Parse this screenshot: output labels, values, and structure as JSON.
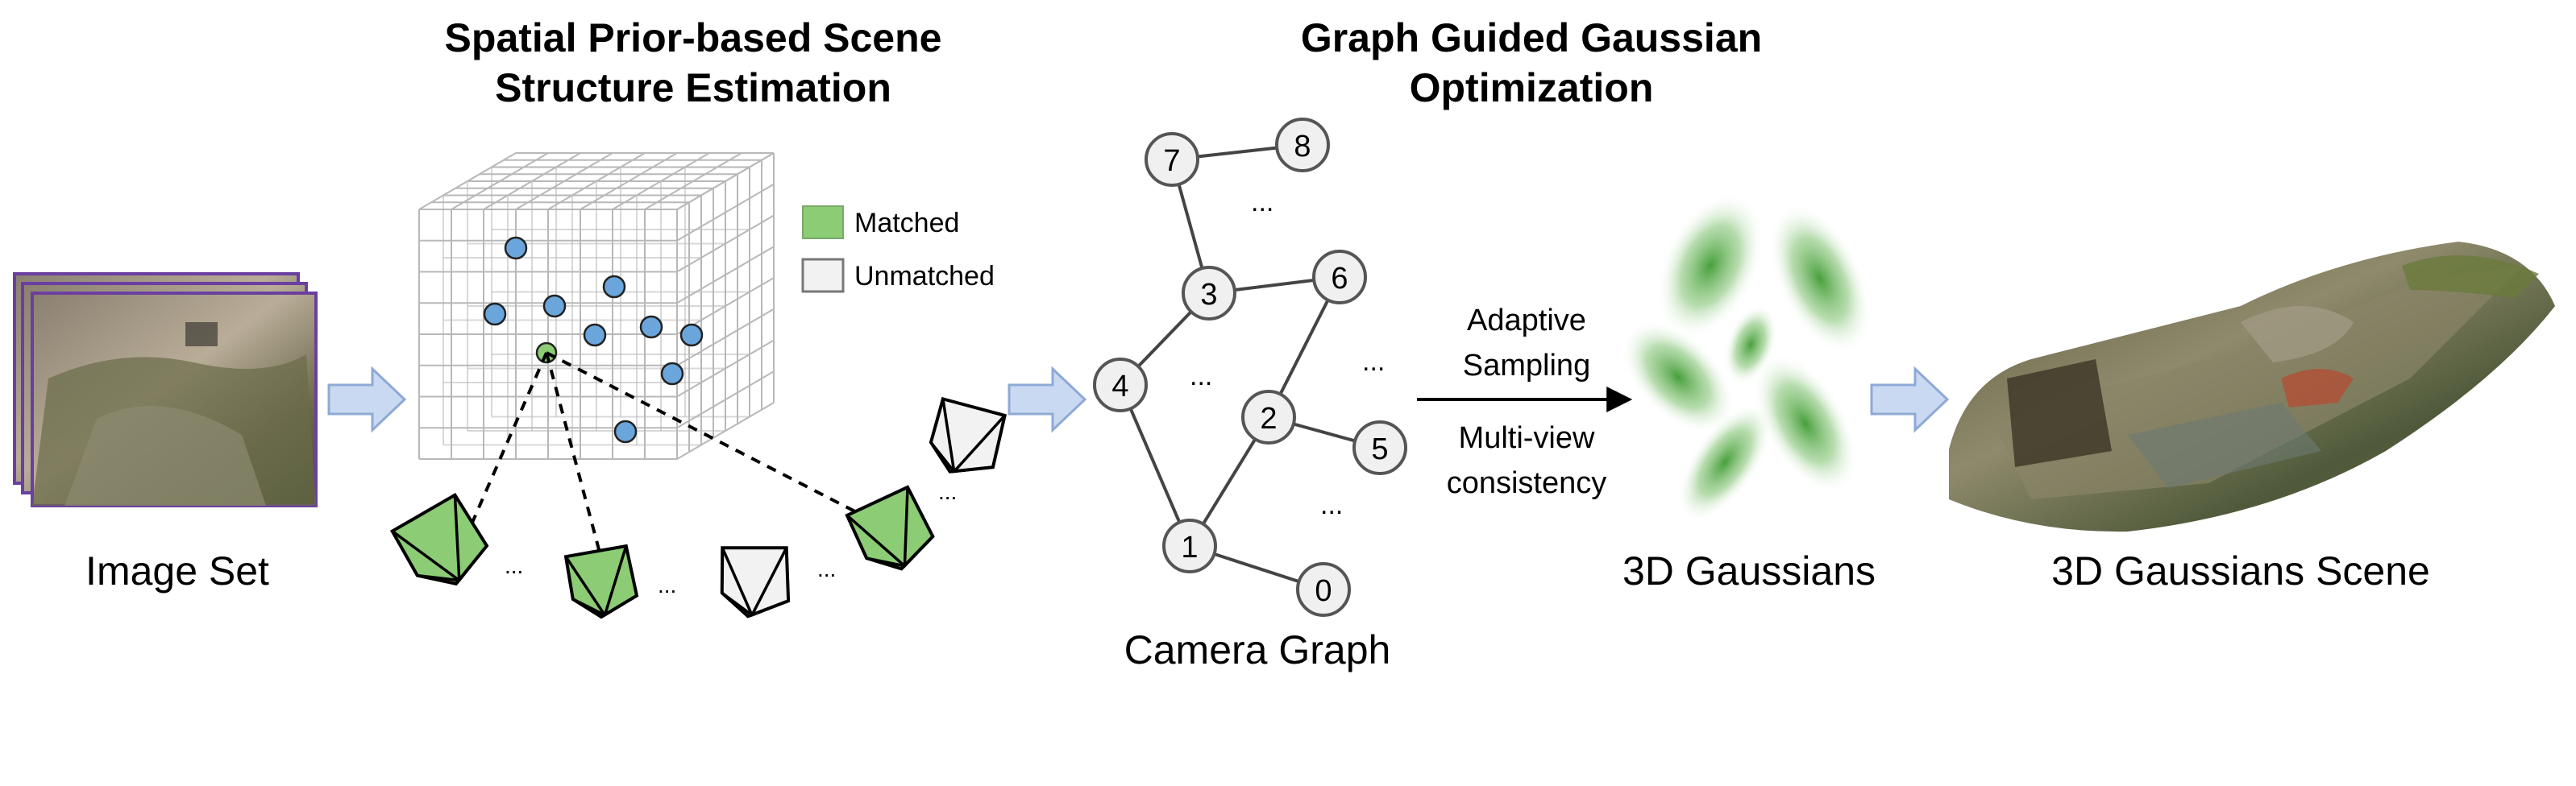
{
  "sections": {
    "structure_title_line1": "Spatial Prior-based Scene",
    "structure_title_line2": "Structure Estimation",
    "optimization_title_line1": "Graph Guided Gaussian",
    "optimization_title_line2": "Optimization"
  },
  "labels": {
    "image_set": "Image Set",
    "camera_graph": "Camera Graph",
    "gaussians": "3D Gaussians",
    "gaussians_scene": "3D Gaussians Scene"
  },
  "legend": {
    "matched": "Matched",
    "unmatched": "Unmatched",
    "matched_color": "#8ccc74",
    "unmatched_color": "#f2f2f2"
  },
  "arrow_text": {
    "line1": "Adaptive",
    "line2": "Sampling",
    "line3": "Multi-view",
    "line4": "consistency"
  },
  "graph": {
    "nodes": [
      "0",
      "1",
      "2",
      "3",
      "4",
      "5",
      "6",
      "7",
      "8"
    ],
    "edges": [
      [
        "7",
        "8"
      ],
      [
        "7",
        "3"
      ],
      [
        "3",
        "6"
      ],
      [
        "3",
        "4"
      ],
      [
        "4",
        "1"
      ],
      [
        "1",
        "2"
      ],
      [
        "2",
        "6"
      ],
      [
        "2",
        "5"
      ],
      [
        "1",
        "0"
      ]
    ],
    "ellipsis": "..."
  },
  "colors": {
    "flow_arrow": "#c9d9f2",
    "flow_arrow_stroke": "#8fa9d6",
    "point_blue": "#6aa6dc",
    "gaussian_green": "#4fa63f",
    "image_border": "#6b3fa0"
  }
}
